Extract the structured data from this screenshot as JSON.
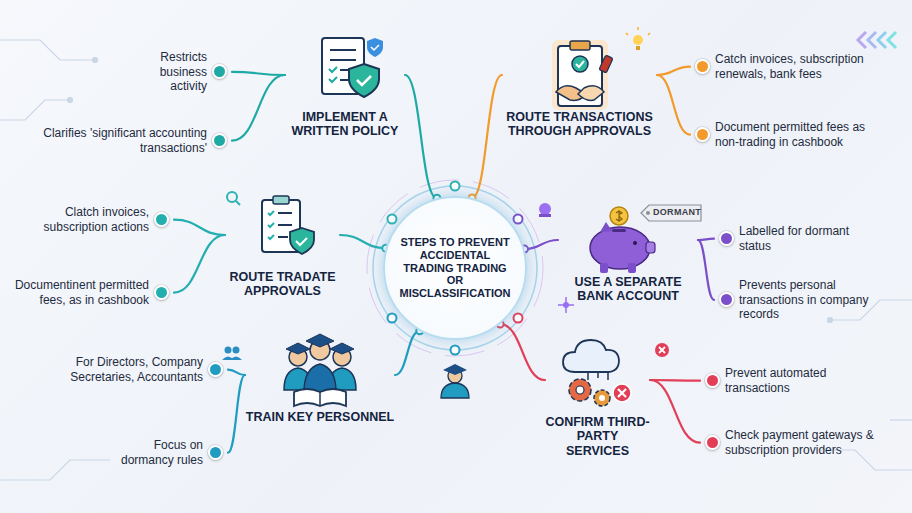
{
  "diagram": {
    "nodes": [
      {
        "text": [
          "STEPS TO PREVENT ACCIDENTAL TRADING TRADING OR MISCLASSIFICATION"
        ]
      },
      {
        "text": [
          "IMPLEMENT A WRITTEN POLICY"
        ]
      },
      {
        "text": [
          "Restricts business activity"
        ]
      },
      {
        "text": [
          "Clarifies 'significant accounting transactions'"
        ]
      },
      {
        "text": [
          "ROUTE TRANSACTIONS THROUGH APPROVALS"
        ]
      },
      {
        "text": [
          "Catch invoices, subscription renewals, bank fees"
        ]
      },
      {
        "text": [
          "Document permitted fees as non-trading in cashbook"
        ]
      },
      {
        "text": [
          "ROUTE TRADATE APPROVALS"
        ]
      },
      {
        "text": [
          "Clatch invoices, subscription actions"
        ]
      },
      {
        "text": [
          "Documentinent permitted fees, as in cashbook"
        ]
      },
      {
        "text": [
          "USE A SEPARATE BANK ACCOUNT"
        ]
      },
      {
        "text": [
          "Labelled for dormant status"
        ]
      },
      {
        "text": [
          "Prevents personal transactions in company records"
        ]
      },
      {
        "text": [
          "TRAIN KEY PERSONNEL"
        ]
      },
      {
        "text": [
          "For Directors, Company Secretaries, Accountants"
        ]
      },
      {
        "text": [
          "Focus on dormancy rules"
        ]
      },
      {
        "text": [
          "CONFIRM THIRD-PARTY SERVICES"
        ]
      },
      {
        "text": [
          "Prevent automated transactions"
        ]
      },
      {
        "text": [
          "Check payment gateways & subscription providers"
        ]
      }
    ],
    "edges": [
      {
        "from": 0,
        "to": 1,
        "arrow": "none"
      },
      {
        "from": 0,
        "to": 4,
        "arrow": "none"
      },
      {
        "from": 0,
        "to": 7,
        "arrow": "none"
      },
      {
        "from": 0,
        "to": 10,
        "arrow": "none"
      },
      {
        "from": 0,
        "to": 13,
        "arrow": "none"
      },
      {
        "from": 0,
        "to": 16,
        "arrow": "none"
      },
      {
        "from": 1,
        "to": 2,
        "arrow": "none"
      },
      {
        "from": 1,
        "to": 3,
        "arrow": "none"
      },
      {
        "from": 4,
        "to": 5,
        "arrow": "none"
      },
      {
        "from": 4,
        "to": 6,
        "arrow": "none"
      },
      {
        "from": 7,
        "to": 8,
        "arrow": "none"
      },
      {
        "from": 7,
        "to": 9,
        "arrow": "none"
      },
      {
        "from": 10,
        "to": 11,
        "arrow": "none"
      },
      {
        "from": 10,
        "to": 12,
        "arrow": "none"
      },
      {
        "from": 13,
        "to": 14,
        "arrow": "none"
      },
      {
        "from": 13,
        "to": 15,
        "arrow": "none"
      },
      {
        "from": 16,
        "to": 17,
        "arrow": "none"
      },
      {
        "from": 16,
        "to": 18,
        "arrow": "none"
      }
    ],
    "labels": [
      "DORMANT"
    ]
  }
}
